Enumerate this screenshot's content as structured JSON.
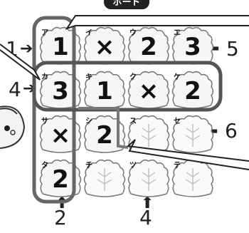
{
  "title": "ボード",
  "left_hints": [
    "1",
    "4"
  ],
  "right_hints": [
    "5",
    "6"
  ],
  "bottom_hints": [
    "2",
    "4"
  ],
  "grid": [
    [
      {
        "kana": "ア",
        "value": "1"
      },
      {
        "kana": "イ",
        "value": "×"
      },
      {
        "kana": "ウ",
        "value": "2"
      },
      {
        "kana": "エ",
        "value": "3"
      }
    ],
    [
      {
        "kana": "カ",
        "value": "3"
      },
      {
        "kana": "キ",
        "value": "1"
      },
      {
        "kana": "ク",
        "value": "×"
      },
      {
        "kana": "ケ",
        "value": "2"
      }
    ],
    [
      {
        "kana": "サ",
        "value": "×"
      },
      {
        "kana": "シ",
        "value": "2"
      },
      {
        "kana": "ス",
        "value": ""
      },
      {
        "kana": "セ",
        "value": ""
      }
    ],
    [
      {
        "kana": "タ",
        "value": "2"
      },
      {
        "kana": "チ",
        "value": ""
      },
      {
        "kana": "ツ",
        "value": ""
      },
      {
        "kana": "テ",
        "value": ""
      }
    ]
  ]
}
